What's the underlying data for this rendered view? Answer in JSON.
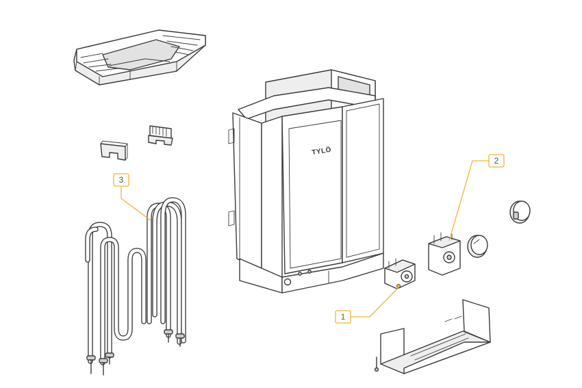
{
  "diagram": {
    "brand_mark": "TYLÖ",
    "callouts": [
      {
        "id": "callout-1",
        "label": "1",
        "part": "thermostat"
      },
      {
        "id": "callout-2",
        "label": "2",
        "part": "timer"
      },
      {
        "id": "callout-3",
        "label": "3",
        "part": "heating-elements"
      }
    ],
    "colors": {
      "callout": "#f0b433",
      "outline": "#3a3a3a",
      "background": "#ffffff"
    }
  }
}
